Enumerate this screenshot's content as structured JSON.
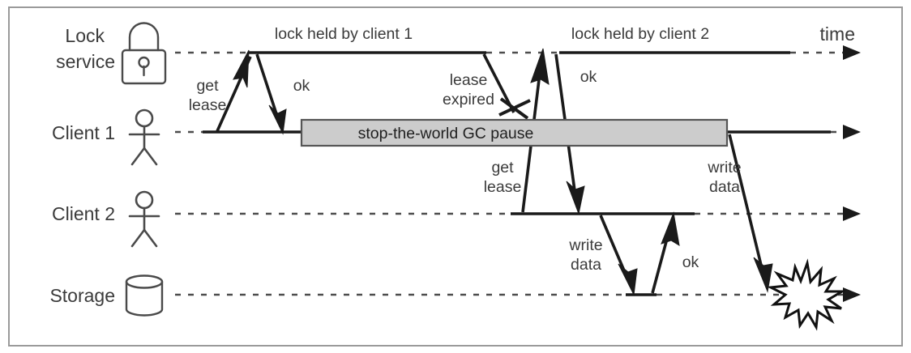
{
  "diagram": {
    "title_axis_label": "time",
    "background_color": "#ffffff",
    "border_color": "#9a9a9a",
    "line_color": "#1a1a1a",
    "lifeline_color": "#4d4d4d",
    "icon_color": "#4a4a4a",
    "gc_box_fill": "#cccccc",
    "gc_box_stroke": "#555555"
  },
  "lanes": [
    {
      "id": "lock-service",
      "label_line1": "Lock",
      "label_line2": "service",
      "icon": "padlock-icon"
    },
    {
      "id": "client-1",
      "label_line1": "Client 1",
      "label_line2": "",
      "icon": "stick-figure-icon"
    },
    {
      "id": "client-2",
      "label_line1": "Client 2",
      "label_line2": "",
      "icon": "stick-figure-icon"
    },
    {
      "id": "storage",
      "label_line1": "Storage",
      "label_line2": "",
      "icon": "database-cylinder-icon"
    }
  ],
  "spans": [
    {
      "id": "lock-held-client-1",
      "label": "lock held by client 1"
    },
    {
      "id": "lock-held-client-2",
      "label": "lock held by client 2"
    }
  ],
  "messages": [
    {
      "id": "get-lease-1",
      "line1": "get",
      "line2": "lease",
      "from": "client-1",
      "to": "lock-service"
    },
    {
      "id": "ok-1",
      "line1": "ok",
      "line2": "",
      "from": "lock-service",
      "to": "client-1"
    },
    {
      "id": "lease-expired",
      "line1": "lease",
      "line2": "expired",
      "from": "lock-service",
      "to": "client-1",
      "marker": "cross"
    },
    {
      "id": "get-lease-2",
      "line1": "get",
      "line2": "lease",
      "from": "client-2",
      "to": "lock-service"
    },
    {
      "id": "ok-2",
      "line1": "ok",
      "line2": "",
      "from": "lock-service",
      "to": "client-2"
    },
    {
      "id": "write-data-client-2",
      "line1": "write",
      "line2": "data",
      "from": "client-2",
      "to": "storage"
    },
    {
      "id": "ok-storage",
      "line1": "ok",
      "line2": "",
      "from": "storage",
      "to": "client-2"
    },
    {
      "id": "write-data-client-1",
      "line1": "write",
      "line2": "data",
      "from": "client-1",
      "to": "storage",
      "marker": "burst"
    }
  ],
  "activations": [
    {
      "id": "gc-pause",
      "label": "stop-the-world GC pause",
      "lane": "client-1"
    }
  ]
}
